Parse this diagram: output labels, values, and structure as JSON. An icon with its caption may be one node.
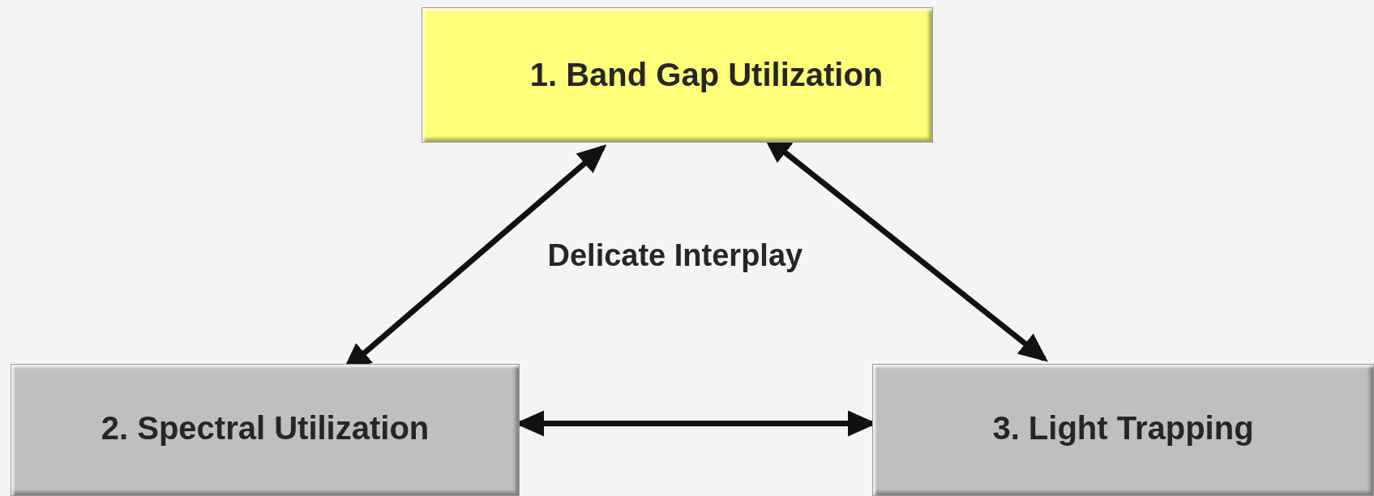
{
  "diagram": {
    "nodes": [
      {
        "text": [
          "1. Band Gap Utilization"
        ]
      },
      {
        "text": [
          "2. Spectral Utilization"
        ]
      },
      {
        "text": [
          "3. Light Trapping"
        ]
      }
    ],
    "edges": [
      {
        "from": 0,
        "to": 1,
        "arrow": "both"
      },
      {
        "from": 0,
        "to": 2,
        "arrow": "both"
      },
      {
        "from": 1,
        "to": 2,
        "arrow": "both"
      }
    ],
    "labels": [
      "Delicate Interplay"
    ]
  }
}
